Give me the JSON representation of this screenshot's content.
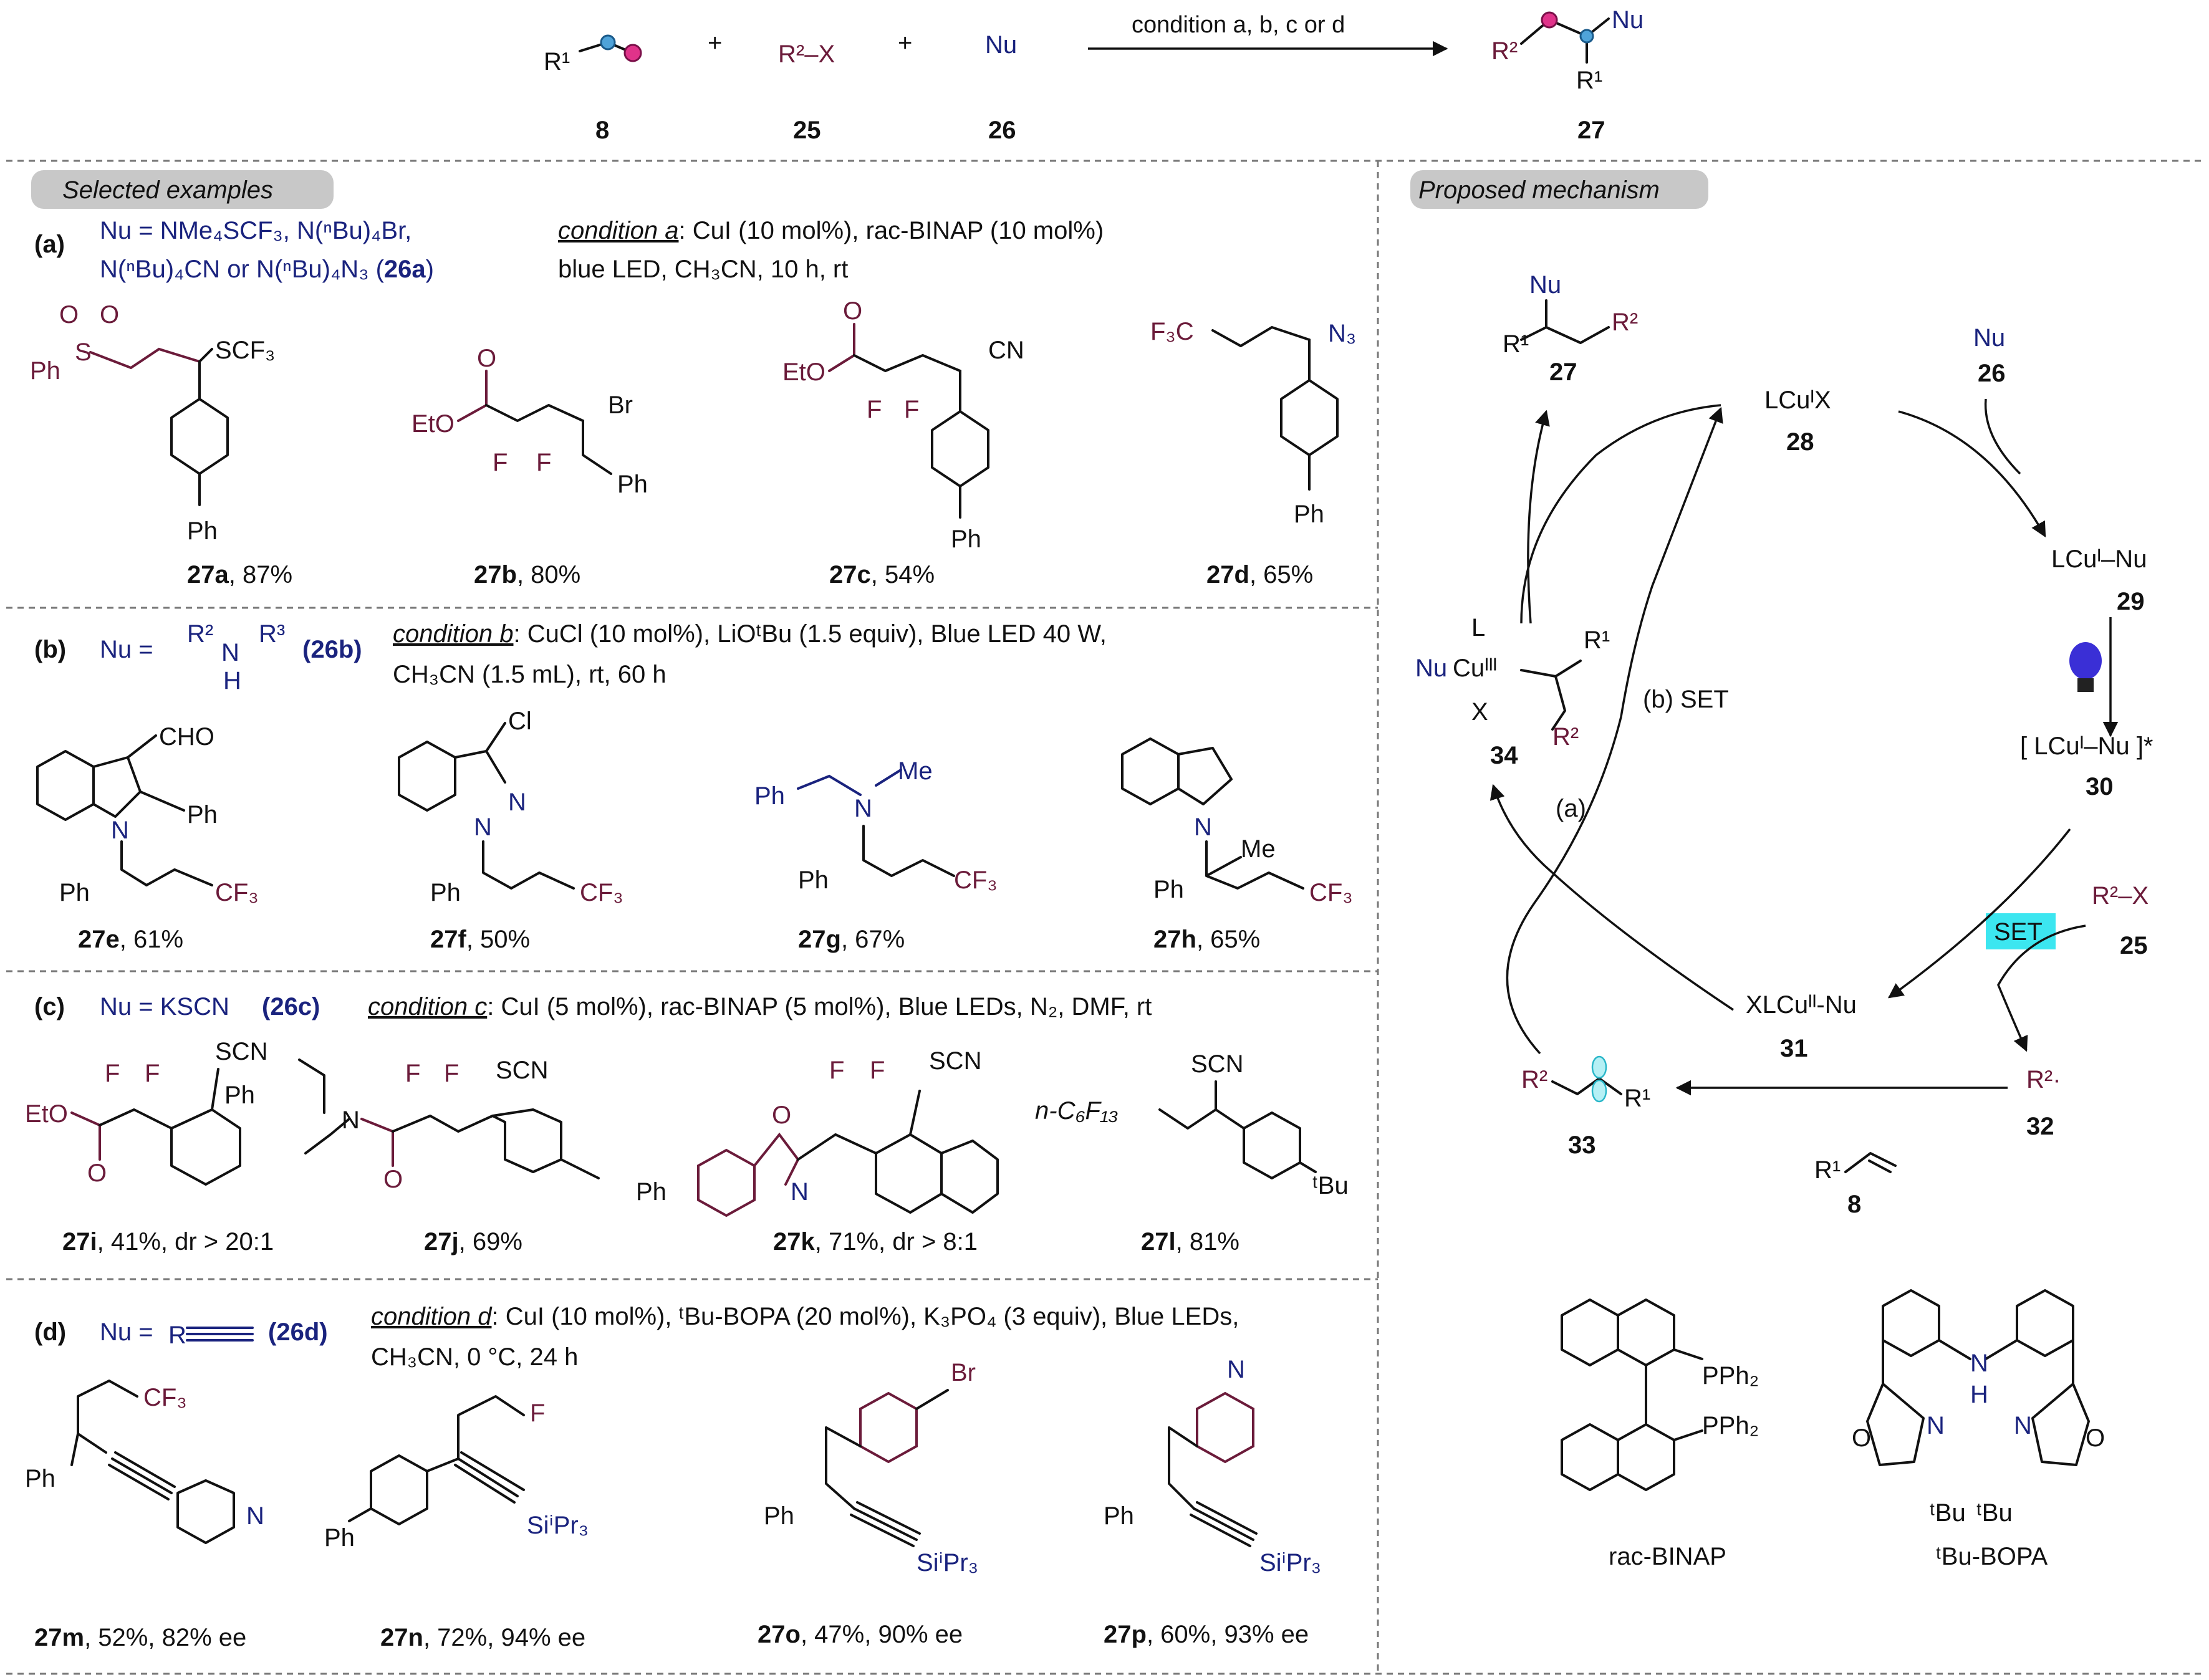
{
  "header": {
    "reactant1_label": "8",
    "reactant2_formula": "R²–X",
    "reactant2_label": "25",
    "reactant3_formula": "Nu",
    "reactant3_label": "26",
    "plus": "+",
    "arrow_text": "condition a, b, c or d",
    "product_label": "27",
    "r1": "R¹",
    "r2": "R²",
    "nu": "Nu"
  },
  "badges": {
    "selected": "Selected examples",
    "mechanism": "Proposed mechanism"
  },
  "section_a": {
    "tag": "(a)",
    "nu_line1": "Nu = NMe₄SCF₃, N(ⁿBu)₄Br,",
    "nu_line2_pre": "N(ⁿBu)₄CN or N(ⁿBu)₄N₃ (",
    "nu_line2_bold": "26a",
    "nu_line2_post": ")",
    "cond_label": "condition a",
    "cond_line1": ": CuI (10 mol%), rac-BINAP (10 mol%)",
    "cond_line2": "blue LED, CH₃CN, 10 h, rt",
    "products": [
      {
        "id": "27a",
        "yield": ", 87%"
      },
      {
        "id": "27b",
        "yield": ", 80%"
      },
      {
        "id": "27c",
        "yield": ", 54%"
      },
      {
        "id": "27d",
        "yield": ", 65%"
      }
    ],
    "labels": {
      "ph": "Ph",
      "so2": "S",
      "o": "O",
      "scf3": "SCF₃",
      "etO": "EtO",
      "br": "Br",
      "f": "F",
      "cn": "CN",
      "f3c": "F₃C",
      "n3": "N₃"
    }
  },
  "section_b": {
    "tag": "(b)",
    "nu_pre": "Nu =",
    "nu_r2": "R²",
    "nu_r3": "R³",
    "nu_h": "H",
    "nu_n": "N",
    "nu_code": "(26b)",
    "cond_label": "condition b",
    "cond_line1": ": CuCl (10 mol%), LiOᵗBu (1.5 equiv), Blue LED 40 W,",
    "cond_line2": "CH₃CN (1.5 mL), rt, 60 h",
    "products": [
      {
        "id": "27e",
        "yield": ", 61%"
      },
      {
        "id": "27f",
        "yield": ", 50%"
      },
      {
        "id": "27g",
        "yield": ", 67%"
      },
      {
        "id": "27h",
        "yield": ", 65%"
      }
    ],
    "labels": {
      "cho": "CHO",
      "cl": "Cl",
      "cf3": "CF₃",
      "me": "Me",
      "n": "N",
      "ph": "Ph"
    }
  },
  "section_c": {
    "tag": "(c)",
    "nu": "Nu = KSCN",
    "nu_code": "(26c)",
    "cond_label": "condition c",
    "cond_line1": ": CuI (5 mol%), rac-BINAP (5 mol%), Blue LEDs, N₂, DMF, rt",
    "products": [
      {
        "id": "27i",
        "yield": ", 41%, dr > 20:1"
      },
      {
        "id": "27j",
        "yield": ", 69%"
      },
      {
        "id": "27k",
        "yield": ", 71%, dr > 8:1"
      },
      {
        "id": "27l",
        "yield": ", 81%"
      }
    ],
    "labels": {
      "scn": "SCN",
      "f": "F",
      "ph": "Ph",
      "etO": "EtO",
      "o": "O",
      "n": "N",
      "c6f13": "n-C₆F₁₃",
      "tbu": "ᵗBu"
    }
  },
  "section_d": {
    "tag": "(d)",
    "nu_pre": "Nu =",
    "nu_r": "R",
    "nu_code": "(26d)",
    "cond_label": "condition d",
    "cond_line1": ": CuI (10 mol%), ᵗBu-BOPA (20 mol%), K₃PO₄ (3 equiv), Blue LEDs,",
    "cond_line2": "CH₃CN, 0 °C, 24 h",
    "products": [
      {
        "id": "27m",
        "yield": ", 52%, 82% ee"
      },
      {
        "id": "27n",
        "yield": ", 72%, 94% ee"
      },
      {
        "id": "27o",
        "yield": ", 47%, 90% ee"
      },
      {
        "id": "27p",
        "yield": ", 60%, 93% ee"
      }
    ],
    "labels": {
      "cf3": "CF₃",
      "f": "F",
      "br": "Br",
      "n": "N",
      "ph": "Ph",
      "sipr3": "SiⁱPr₃"
    }
  },
  "mechanism": {
    "c27_label": "27",
    "c28": "LCuᴵX",
    "c28_label": "28",
    "nu26": "Nu",
    "nu26_label": "26",
    "c29": "LCuᴵ–Nu",
    "c29_label": "29",
    "c30": "[ LCuᴵ–Nu ]*",
    "c30_label": "30",
    "set_box": "SET",
    "rx": "R²–X",
    "rx_label": "25",
    "c31": "XLCuᴵᴵ-Nu",
    "c31_label": "31",
    "rad": "R²·",
    "rad_label": "32",
    "alkene_label": "8",
    "c33_label": "33",
    "c34_label": "34",
    "path_a": "(a)",
    "path_b": "(b) SET",
    "cu3": "Cuᴵᴵᴵ",
    "l": "L",
    "x": "X",
    "nu": "Nu",
    "r1": "R¹",
    "r2": "R²"
  },
  "ligands": {
    "binap": "rac-BINAP",
    "bopa": "ᵗBu-BOPA",
    "pph2": "PPh₂",
    "nh": "N",
    "h": "H",
    "o": "O",
    "n": "N",
    "tbu": "ᵗBu"
  },
  "colors": {
    "blue": "#1a237e",
    "maroon": "#6b1b3a",
    "set_box": "#3ce6f0",
    "badge": "#c8c8c8",
    "bulb": "#3a2fd6"
  }
}
